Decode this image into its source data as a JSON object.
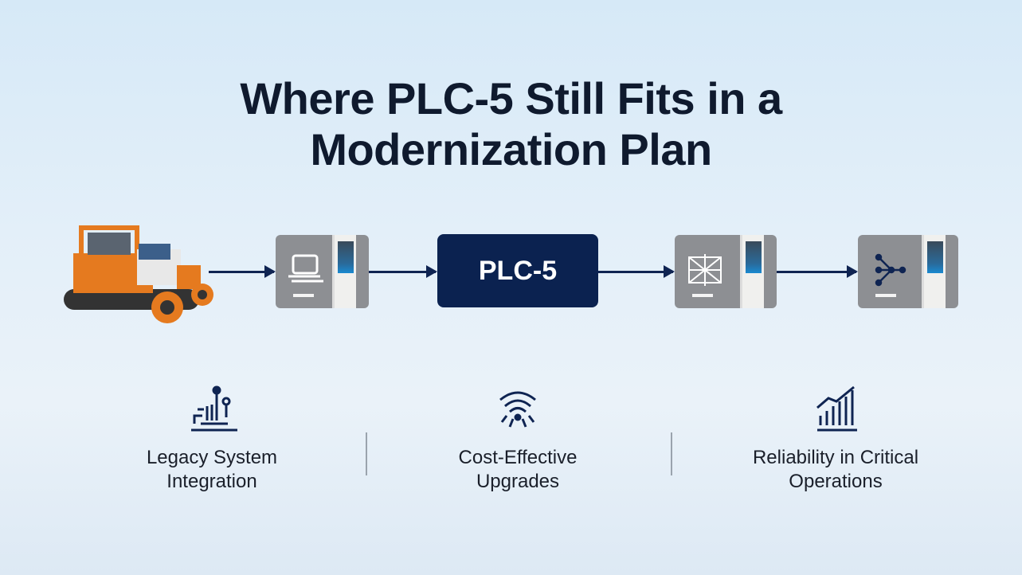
{
  "title": {
    "line1": "Where PLC-5 Still Fits in a",
    "line2": "Modernization Plan"
  },
  "flow": {
    "center_label": "PLC-5",
    "colors": {
      "accent": "#0b2250",
      "device": "#8d8f93"
    }
  },
  "features": [
    {
      "line1": "Legacy System",
      "line2": "Integration",
      "icon": "circuit-icon"
    },
    {
      "line1": "Cost-Effective",
      "line2": "Upgrades",
      "icon": "wireless-signal-icon"
    },
    {
      "line1": "Reliability in Critical",
      "line2": "Operations",
      "icon": "bar-chart-growth-icon"
    }
  ]
}
